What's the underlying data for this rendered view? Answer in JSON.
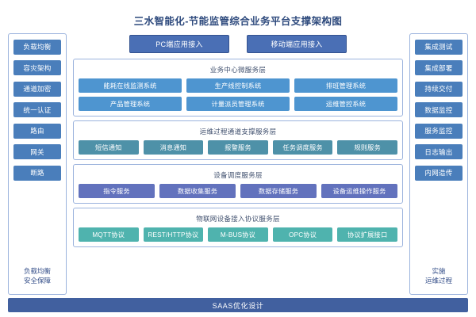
{
  "title": "三水智能化-节能监管综合业务平台支撑架构图",
  "colors": {
    "title": "#2e4a7d",
    "access_button": "#4a6fb5",
    "rail_chip": "#4a7ebb",
    "layer_business": "#4e95d0",
    "layer_ops": "#4e91a8",
    "layer_device": "#6272bd",
    "layer_iot": "#4fb3ae",
    "bottom_bar": "#41609f",
    "panel_border": "#9bb3dd"
  },
  "left_rail": {
    "items": [
      {
        "label": "负载均衡"
      },
      {
        "label": "容灾架构"
      },
      {
        "label": "通道加密"
      },
      {
        "label": "统一认证"
      },
      {
        "label": "路由"
      },
      {
        "label": "网关"
      },
      {
        "label": "断路"
      }
    ],
    "footer_line1": "负载均衡",
    "footer_line2": "安全保障"
  },
  "right_rail": {
    "items": [
      {
        "label": "集成测试"
      },
      {
        "label": "集成部署"
      },
      {
        "label": "持续交付"
      },
      {
        "label": "数据监控"
      },
      {
        "label": "服务监控"
      },
      {
        "label": "日志输出"
      },
      {
        "label": "内网造传"
      }
    ],
    "footer_line1": "实施",
    "footer_line2": "运维过程"
  },
  "access": {
    "pc": "PC端应用接入",
    "mobile": "移动端应用接入"
  },
  "layers": [
    {
      "key": "business",
      "title": "业务中心微服务层",
      "rows": [
        [
          "能耗在线监测系统",
          "生产线控制系统",
          "排班管理系统"
        ],
        [
          "产品管理系统",
          "计量派员管理系统",
          "运维管控系统"
        ]
      ]
    },
    {
      "key": "ops",
      "title": "运维过程通道支撑服务层",
      "rows": [
        [
          "短信通知",
          "消息通知",
          "报警服务",
          "任务调度服务",
          "规则服务"
        ]
      ]
    },
    {
      "key": "device",
      "title": "设备调度服务层",
      "rows": [
        [
          "指令服务",
          "数据收集服务",
          "数据存储服务",
          "设备运维操作服务"
        ]
      ]
    },
    {
      "key": "iot",
      "title": "物联网设备接入协议服务层",
      "rows": [
        [
          "MQTT协议",
          "REST/HTTP协议",
          "M-BUS协议",
          "OPC协议",
          "协议扩展接口"
        ]
      ]
    }
  ],
  "bottom_bar": "SAAS优化设计"
}
